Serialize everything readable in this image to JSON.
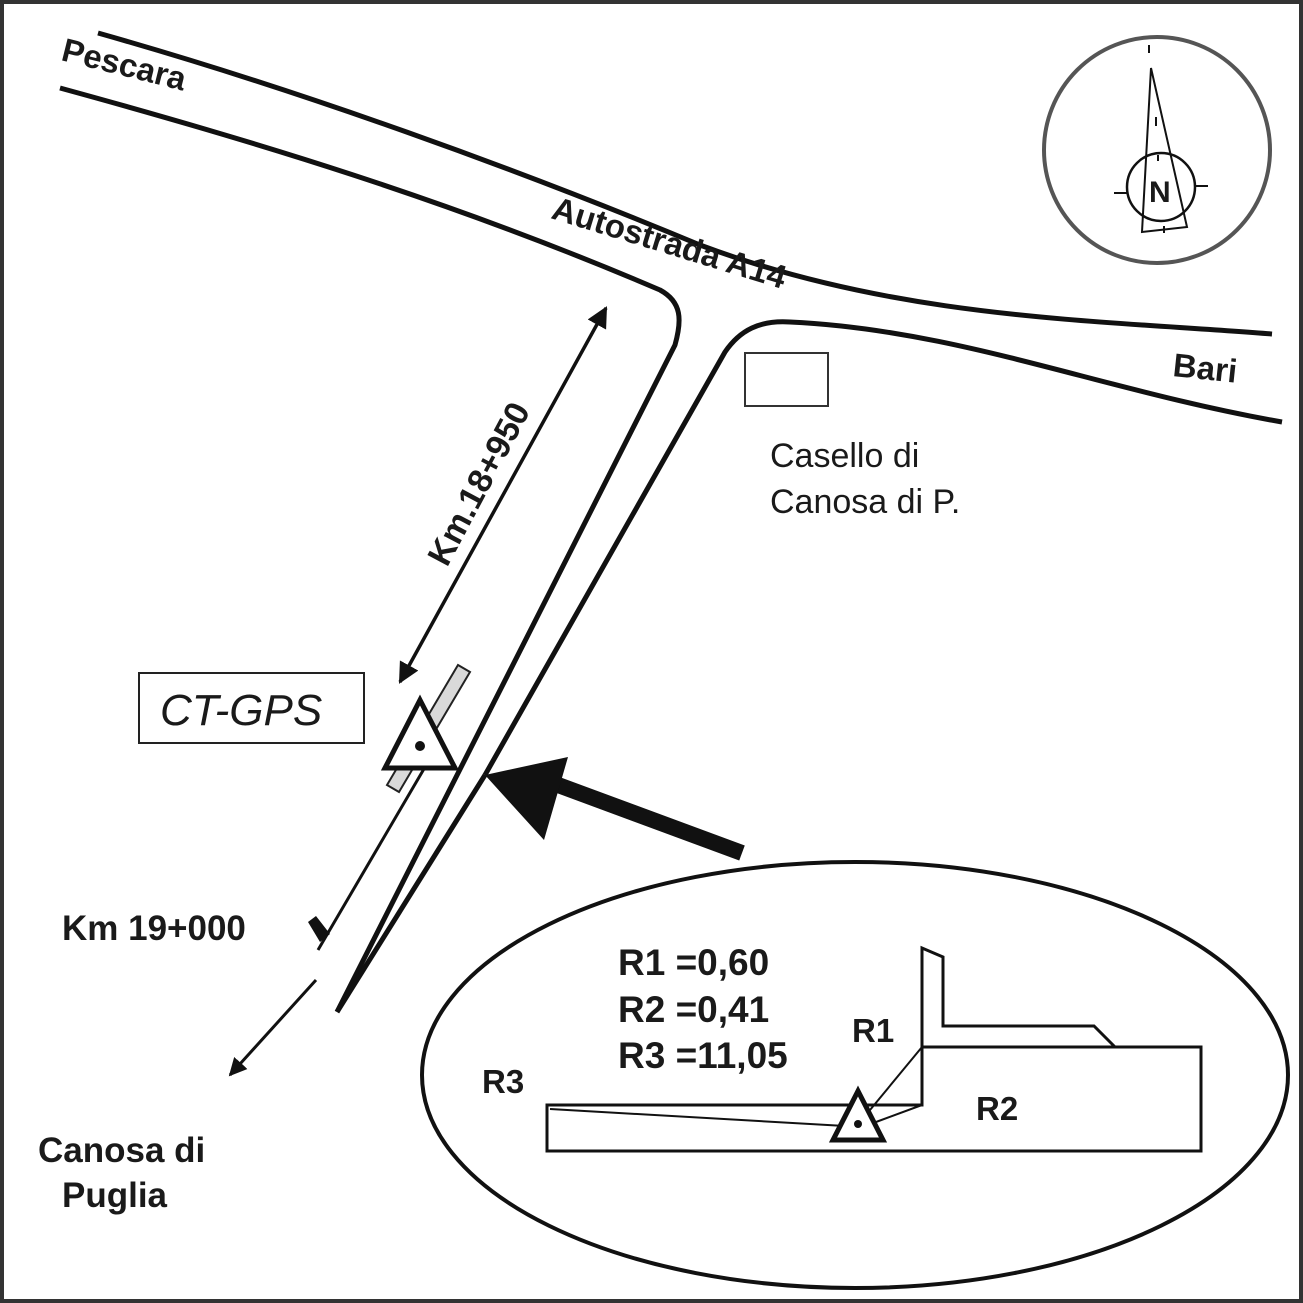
{
  "map": {
    "highway": {
      "name": "Autostrada  A14",
      "direction_west": "Pescara",
      "direction_east": "Bari"
    },
    "toll_booth": {
      "label_line1": "Casello di",
      "label_line2": "Canosa di P."
    },
    "distance_marker": {
      "label": "Km.18+950"
    },
    "km_marker": {
      "label": "Km 19+000"
    },
    "station": {
      "label": "CT-GPS"
    },
    "destination": {
      "line1": "Canosa di",
      "line2": "Puglia"
    },
    "compass": {
      "label": "N"
    },
    "inset": {
      "values": [
        {
          "name": "R1",
          "value": "0,60",
          "text": "R1 =0,60"
        },
        {
          "name": "R2",
          "value": "0,41",
          "text": "R2 =0,41"
        },
        {
          "name": "R3",
          "value": "11,05",
          "text": "R3 =11,05"
        }
      ],
      "labels": {
        "r1": "R1",
        "r2": "R2",
        "r3": "R3"
      }
    },
    "colors": {
      "ink": "#111111",
      "compass_ring": "#555555",
      "marker_fill": "#d9d9d9",
      "background": "#ffffff"
    }
  }
}
